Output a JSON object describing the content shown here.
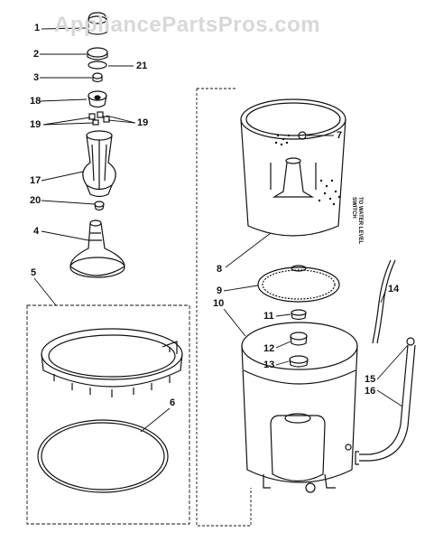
{
  "watermark": "AppliancePartsPros.com",
  "side_note": [
    "TO WATER LEVEL",
    "SWITCH"
  ],
  "callouts": {
    "c1": "1",
    "c2": "2",
    "c21": "21",
    "c3": "3",
    "c18": "18",
    "c19a": "19",
    "c19b": "19",
    "c17": "17",
    "c20": "20",
    "c4": "4",
    "c5": "5",
    "c6": "6",
    "c7": "7",
    "c8": "8",
    "c9": "9",
    "c10": "10",
    "c11": "11",
    "c12": "12",
    "c13": "13",
    "c14": "14",
    "c15": "15",
    "c16": "16"
  }
}
